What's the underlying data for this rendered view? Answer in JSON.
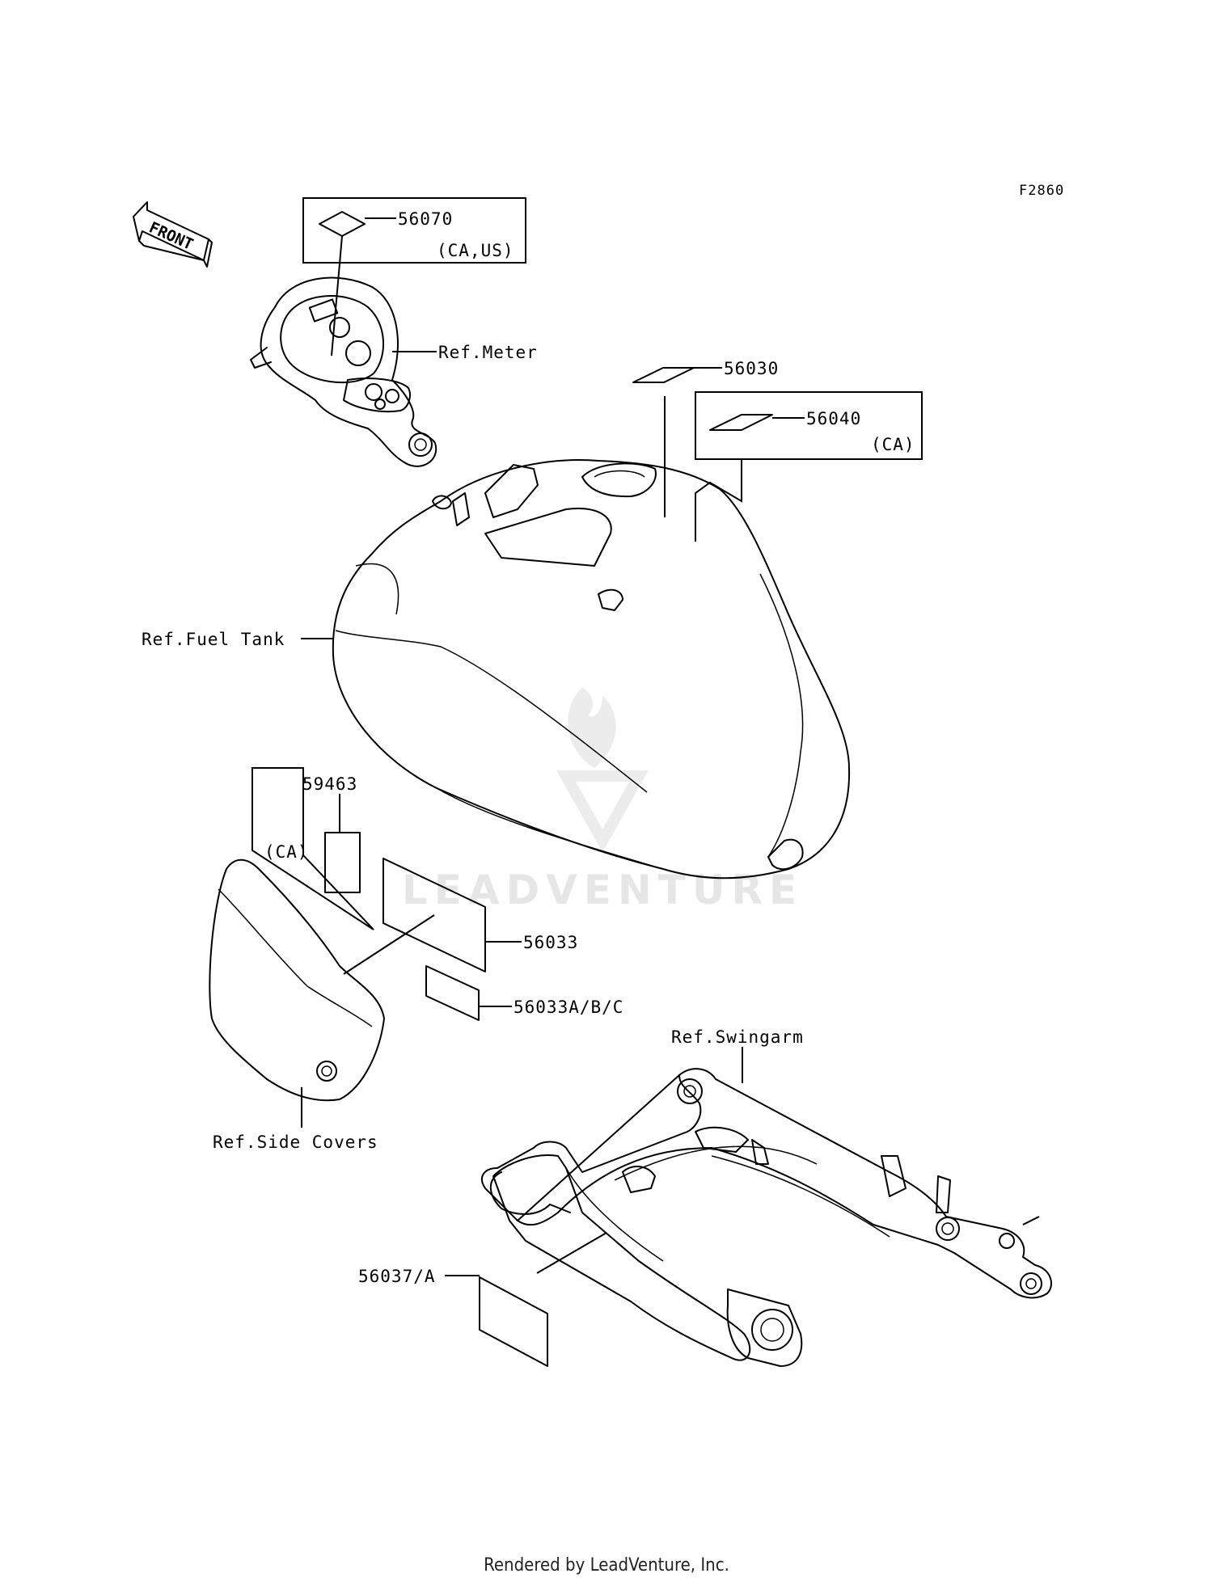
{
  "figure_code": "F2860",
  "front_arrow": "FRONT",
  "watermark": "LEADVENTURE",
  "footer": "Rendered by LeadVenture, Inc.",
  "callouts": {
    "p56070": {
      "number": "56070",
      "note": "(CA,US)"
    },
    "p56030": {
      "number": "56030"
    },
    "p56040": {
      "number": "56040",
      "note": "(CA)"
    },
    "p59463": {
      "number": "59463",
      "note": "(CA)"
    },
    "p56033": {
      "number": "56033"
    },
    "p56033abc": {
      "number": "56033A/B/C"
    },
    "p56037a": {
      "number": "56037/A"
    }
  },
  "references": {
    "meter": "Ref.Meter",
    "fuel_tank": "Ref.Fuel Tank",
    "side_covers": "Ref.Side Covers",
    "swingarm": "Ref.Swingarm"
  }
}
